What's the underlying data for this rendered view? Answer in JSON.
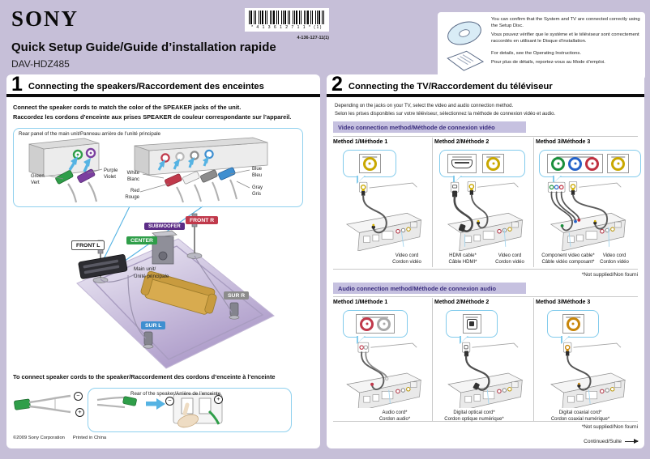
{
  "page": {
    "brand": "SONY",
    "barcode_text": "* 4 1 3 6 1 2 7 1 1 * (1)",
    "part_number": "4-136-127-11(1)",
    "title": "Quick Setup Guide/Guide d’installation rapide",
    "model": "DAV-HDZ485",
    "footer_left": "©2009 Sony Corporation",
    "footer_right": "Printed in China",
    "colors": {
      "page_bg": "#c6bfd8",
      "banner_bg": "#c6c1e0",
      "banner_text": "#3a2d7e",
      "callout_border": "#82cbec",
      "arrow_cyan": "#55b3e3",
      "tag_center": "#2f9e49",
      "tag_subwoofer": "#5c2d87",
      "tag_front_r": "#c0394b",
      "tag_sur_r": "#8c8c8c",
      "tag_sur_l": "#3f8fd0"
    }
  },
  "info_box": {
    "icons": [
      "setup-disc",
      "operating-instructions"
    ],
    "p1_en": "You can confirm that the System and TV are connected correctly using the Setup Disc.",
    "p1_fr": "Vous pouvez vérifier que le système et le téléviseur sont correctement raccordés en utilisant le Disque d’installation.",
    "p2_en": "For details, see the Operating Instructions.",
    "p2_fr": "Pour plus de détails, reportez-vous au Mode d’emploi."
  },
  "section1": {
    "number": "1",
    "title": "Connecting the speakers/Raccordement des enceintes",
    "intro_en": "Connect the speaker cords to match the color of the SPEAKER jacks of the unit.",
    "intro_fr": "Raccordez les cordons d’enceinte aux prises SPEAKER de couleur correspondante sur l’appareil.",
    "rear_panel_label": "Rear panel of the main unit/Panneau arrière de l’unité principale",
    "cords": {
      "green_en": "Green",
      "green_fr": "Vert",
      "purple_en": "Purple",
      "purple_fr": "Violet",
      "white_en": "White",
      "white_fr": "Blanc",
      "red_en": "Red",
      "red_fr": "Rouge",
      "blue_en": "Blue",
      "blue_fr": "Bleu",
      "gray_en": "Gray",
      "gray_fr": "Gris"
    },
    "tags": {
      "front_l": "FRONT L",
      "center": "CENTER",
      "subwoofer": "SUBWOOFER",
      "front_r": "FRONT R",
      "sur_r": "SUR R",
      "sur_l": "SUR L"
    },
    "main_unit_en": "Main unit/",
    "main_unit_fr": "Unité principale",
    "connect_heading": "To connect speaker cords to the speaker/Raccordement des cordons d’enceinte à l’enceinte",
    "rear_speaker_label": "Rear of the speaker/Arrière de l’enceinte",
    "polarity_minus": "−",
    "polarity_plus": "+"
  },
  "section2": {
    "number": "2",
    "title": "Connecting the TV/Raccordement du téléviseur",
    "intro_en": "Depending on the jacks on your TV, select the video and audio connection method.",
    "intro_fr": "Selon les prises disponibles sur votre téléviseur, sélectionnez la méthode de connexion vidéo et audio.",
    "video": {
      "banner": "Video connection method/Méthode de connexion vidéo",
      "m1": {
        "header": "Method 1/Méthode 1",
        "cap1_en": "Video cord",
        "cap1_fr": "Cordon vidéo"
      },
      "m2": {
        "header": "Method 2/Méthode 2",
        "cap1_en": "HDMI cable*",
        "cap1_fr": "Câble HDMI*",
        "cap2_en": "Video cord",
        "cap2_fr": "Cordon vidéo"
      },
      "m3": {
        "header": "Method 3/Méthode 3",
        "cap1_en": "Component video cable*",
        "cap1_fr": "Câble vidéo composant*",
        "cap2_en": "Video cord",
        "cap2_fr": "Cordon vidéo"
      },
      "note": "*Not supplied/Non fourni"
    },
    "audio": {
      "banner": "Audio connection method/Méthode de connexion audio",
      "m1": {
        "header": "Method 1/Méthode 1",
        "cap1_en": "Audio cord*",
        "cap1_fr": "Cordon audio*"
      },
      "m2": {
        "header": "Method 2/Méthode 2",
        "cap1_en": "Digital optical cord*",
        "cap1_fr": "Cordon optique numérique*"
      },
      "m3": {
        "header": "Method 3/Méthode 3",
        "cap1_en": "Digital coaxial cord*",
        "cap1_fr": "Cordon coaxial numérique*"
      },
      "note": "*Not supplied/Non fourni"
    },
    "continued": "Continued/Suite"
  }
}
